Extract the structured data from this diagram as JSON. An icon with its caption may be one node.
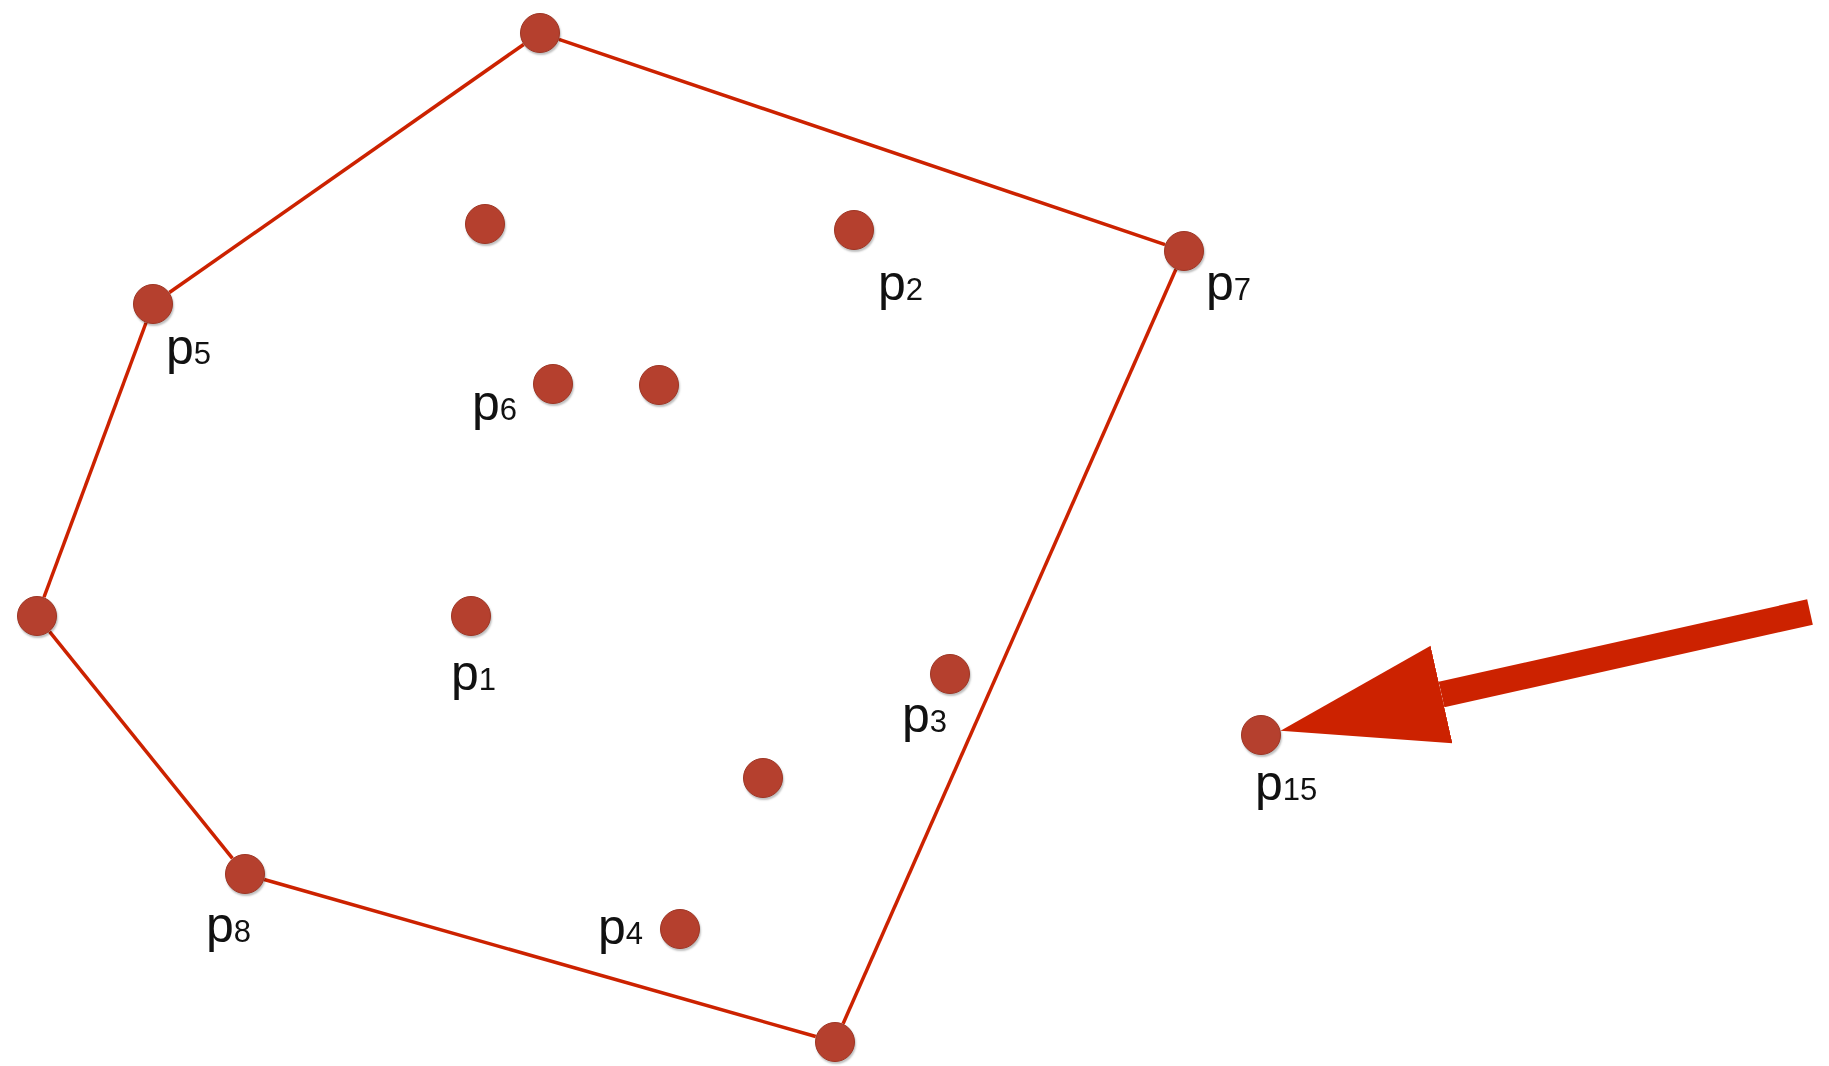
{
  "diagram": {
    "nodes": [
      {
        "text": [],
        "shape": "circle"
      },
      {
        "text": [],
        "shape": "circle"
      },
      {
        "text": [],
        "shape": "circle",
        "beside": [
          "p$_{2}$"
        ]
      },
      {
        "text": [],
        "shape": "circle",
        "beside": [
          "p$_{7}$"
        ]
      },
      {
        "text": [],
        "shape": "circle",
        "beside": [
          "p$_{5}$"
        ]
      },
      {
        "text": [],
        "shape": "circle",
        "beside": [
          "p$_{6}$"
        ]
      },
      {
        "text": [],
        "shape": "circle"
      },
      {
        "text": [],
        "shape": "circle"
      },
      {
        "text": [],
        "shape": "circle",
        "beside": [
          "p$_{1}$"
        ]
      },
      {
        "text": [],
        "shape": "circle",
        "beside": [
          "p$_{3}$"
        ]
      },
      {
        "text": [],
        "shape": "circle",
        "beside": [
          "p$_{15}$"
        ]
      },
      {
        "text": [],
        "shape": "circle"
      },
      {
        "text": [],
        "shape": "circle",
        "beside": [
          "p$_{8}$"
        ]
      },
      {
        "text": [],
        "shape": "circle",
        "beside": [
          "p$_{4}$"
        ]
      },
      {
        "text": [],
        "shape": "circle"
      }
    ],
    "edges": [
      {
        "from": 0,
        "to": 3,
        "arrow": "none"
      },
      {
        "from": 3,
        "to": 14,
        "arrow": "none"
      },
      {
        "from": 14,
        "to": 12,
        "arrow": "none"
      },
      {
        "from": 12,
        "to": 7,
        "arrow": "none"
      },
      {
        "from": 7,
        "to": 4,
        "arrow": "none"
      },
      {
        "from": 4,
        "to": 0,
        "arrow": "none"
      },
      {
        "from": null,
        "to": 10,
        "arrow": "to",
        "style": "thick"
      }
    ]
  }
}
